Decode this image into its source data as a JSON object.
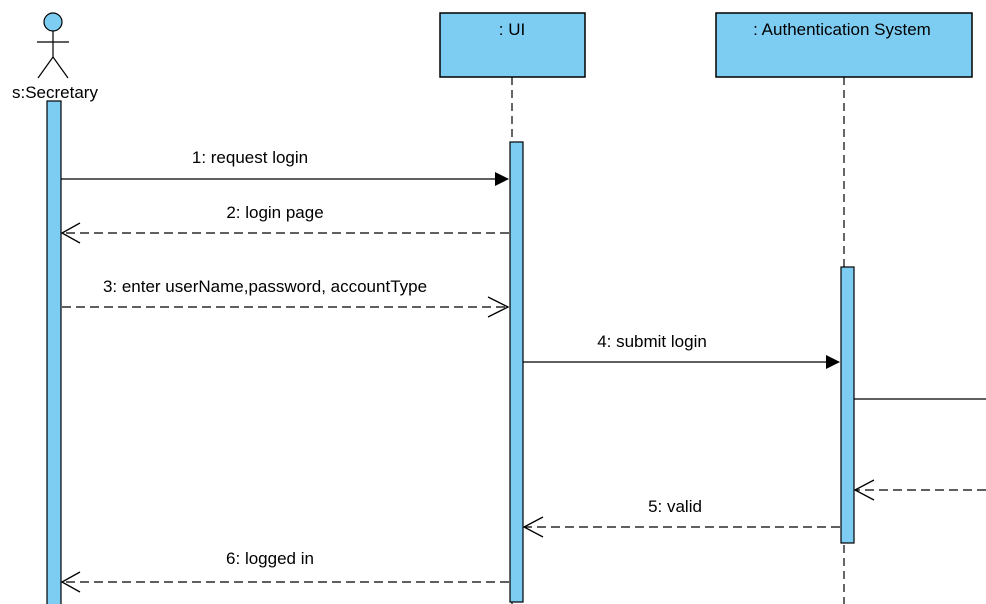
{
  "colors": {
    "fill": "#7dcdf3",
    "stroke": "#000000"
  },
  "participants": {
    "actor": {
      "name": "s:Secretary"
    },
    "ui": {
      "name": ": UI"
    },
    "auth": {
      "name": ": Authentication System"
    }
  },
  "messages": [
    {
      "label": "1: request login",
      "kind": "sync"
    },
    {
      "label": "2: login page",
      "kind": "return"
    },
    {
      "label": "3: enter userName,password, accountType",
      "kind": "async"
    },
    {
      "label": "4: submit login",
      "kind": "sync"
    },
    {
      "label": "5: valid",
      "kind": "return"
    },
    {
      "label": "6: logged in",
      "kind": "return"
    }
  ]
}
